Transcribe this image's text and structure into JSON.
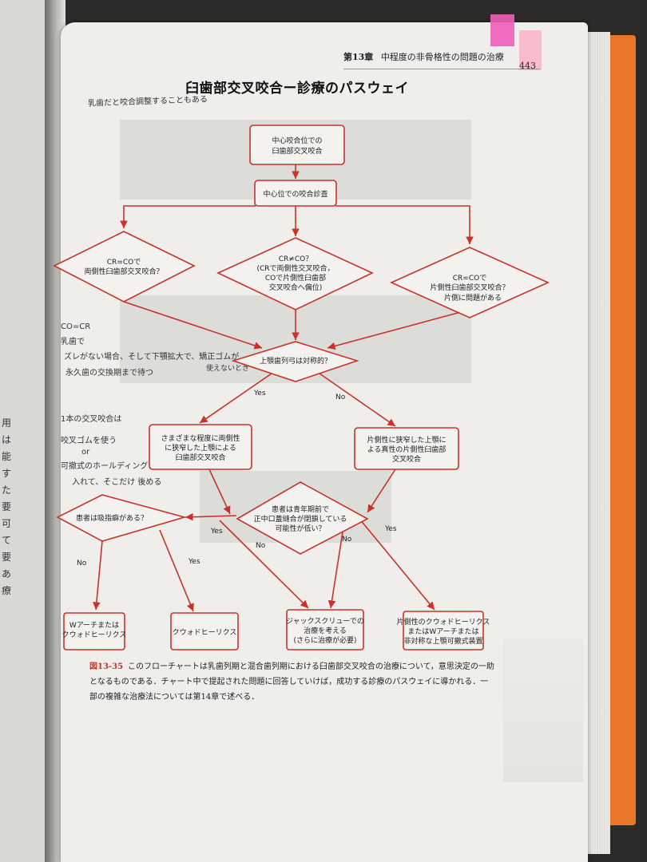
{
  "header": {
    "chapter": "第13章",
    "chapter_title": "中程度の非骨格性の問題の治療",
    "page_number": "443"
  },
  "title": "臼歯部交叉咬合ー診療のパスウェイ",
  "left_page_chars": [
    "用",
    "は",
    "能",
    "す",
    "た",
    "要",
    "可",
    "て",
    "要",
    "あ",
    "療"
  ],
  "handwriting": {
    "top": "乳歯だと咬合調整することもある",
    "side_line1": "CO=CR",
    "side_line2": "乳歯で",
    "side_line3": "ズレがない場合、そして下顎拡大で、矯正ゴムが",
    "side_line3b": "使えないとき",
    "side_line4": "永久歯の交換期まで待つ",
    "mid_line1": "1本の交叉咬合は",
    "mid_line2": "咬叉ゴムを使う",
    "mid_line3": "or",
    "mid_line4": "可撤式のホールディングアーチを",
    "mid_line5": "入れて、そこだけ 後める",
    "diamond_note": "片側に問題がある"
  },
  "flow": {
    "n1": [
      "中心咬合位での",
      "臼歯部交叉咬合"
    ],
    "n2": [
      "中心位での咬合診査"
    ],
    "d1": [
      "CR=COで",
      "両側性臼歯部交叉咬合？"
    ],
    "d2": [
      "CR≠CO？",
      "(CRで両側性交叉咬合，",
      "COで片側性臼歯部",
      "交叉咬合へ偏位)"
    ],
    "d3": [
      "CR=COで",
      "片側性臼歯部交叉咬合？"
    ],
    "d4": [
      "上顎歯列弓は対称的？"
    ],
    "n5": [
      "さまざまな程度に両側性",
      "に狭窄した上顎による",
      "臼歯部交叉咬合"
    ],
    "n6": [
      "片側性に狭窄した上顎に",
      "よる真性の片側性臼歯部",
      "交叉咬合"
    ],
    "d5": [
      "患者は吸指癖がある？"
    ],
    "d6": [
      "患者は青年期前で",
      "正中口蓋縫合が閉鎖している",
      "可能性が低い？"
    ],
    "o1": [
      "Wアーチまたは",
      "クウォドヒーリクス"
    ],
    "o2": [
      "クウォドヒーリクス"
    ],
    "o3": [
      "ジャックスクリューでの",
      "治療を考える",
      "(さらに治療が必要)"
    ],
    "o4": [
      "片側性のクウォドヒーリクス",
      "またはWアーチまたは",
      "非対称な上顎可撤式装置"
    ]
  },
  "labels": {
    "yes": "Yes",
    "no": "No"
  },
  "caption": {
    "figure": "図13-35",
    "line1": "このフローチャートは乳歯列期と混合歯列期における臼歯部交叉咬合の治療について，意思決定の一助",
    "line2": "となるものである．チャート中で提起された問題に回答していけば，成功する診療のパスウェイに導かれる．一",
    "line3": "部の複雑な治療法については第14章で述べる．"
  },
  "colors": {
    "accent": "#c8322a",
    "page": "#efeeea",
    "cover": "#e8762a"
  }
}
